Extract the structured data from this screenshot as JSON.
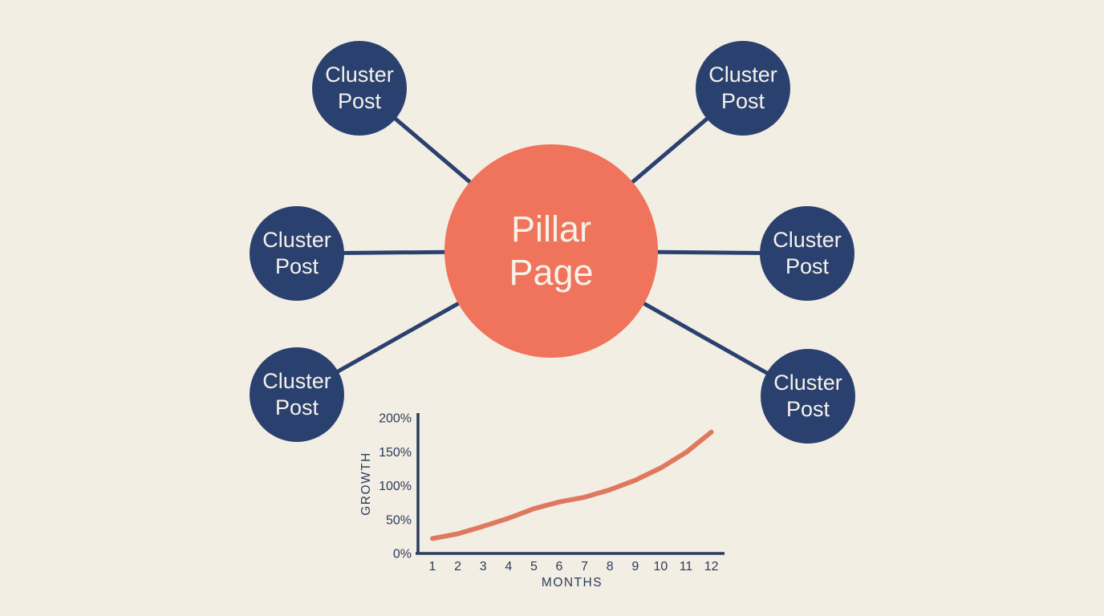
{
  "colors": {
    "background": "#F3EEE3",
    "pillar_fill": "#F0735C",
    "cluster_fill": "#2A4170",
    "connector": "#2A4170",
    "node_text": "#F7F2E9",
    "chart_line": "#DE7960",
    "chart_axis_text": "#2B3B5E"
  },
  "diagram": {
    "pillar": {
      "label": "Pillar Page"
    },
    "clusters": [
      {
        "label": "Cluster Post"
      },
      {
        "label": "Cluster Post"
      },
      {
        "label": "Cluster Post"
      },
      {
        "label": "Cluster Post"
      },
      {
        "label": "Cluster Post"
      },
      {
        "label": "Cluster Post"
      }
    ]
  },
  "chart_data": {
    "type": "line",
    "x": [
      1,
      2,
      3,
      4,
      5,
      6,
      7,
      8,
      9,
      10,
      11,
      12
    ],
    "values": [
      22,
      29,
      40,
      52,
      66,
      76,
      83,
      94,
      108,
      126,
      149,
      179
    ],
    "title": "",
    "xlabel": "MONTHS",
    "ylabel": "GROWTH",
    "yticks": [
      0,
      50,
      100,
      150,
      200
    ],
    "ytick_suffix": "%",
    "ylim": [
      0,
      200
    ],
    "xlim": [
      1,
      12
    ],
    "grid": false,
    "legend": null,
    "line_color": "#DE7960",
    "axis_color": "#2B3B5E"
  }
}
